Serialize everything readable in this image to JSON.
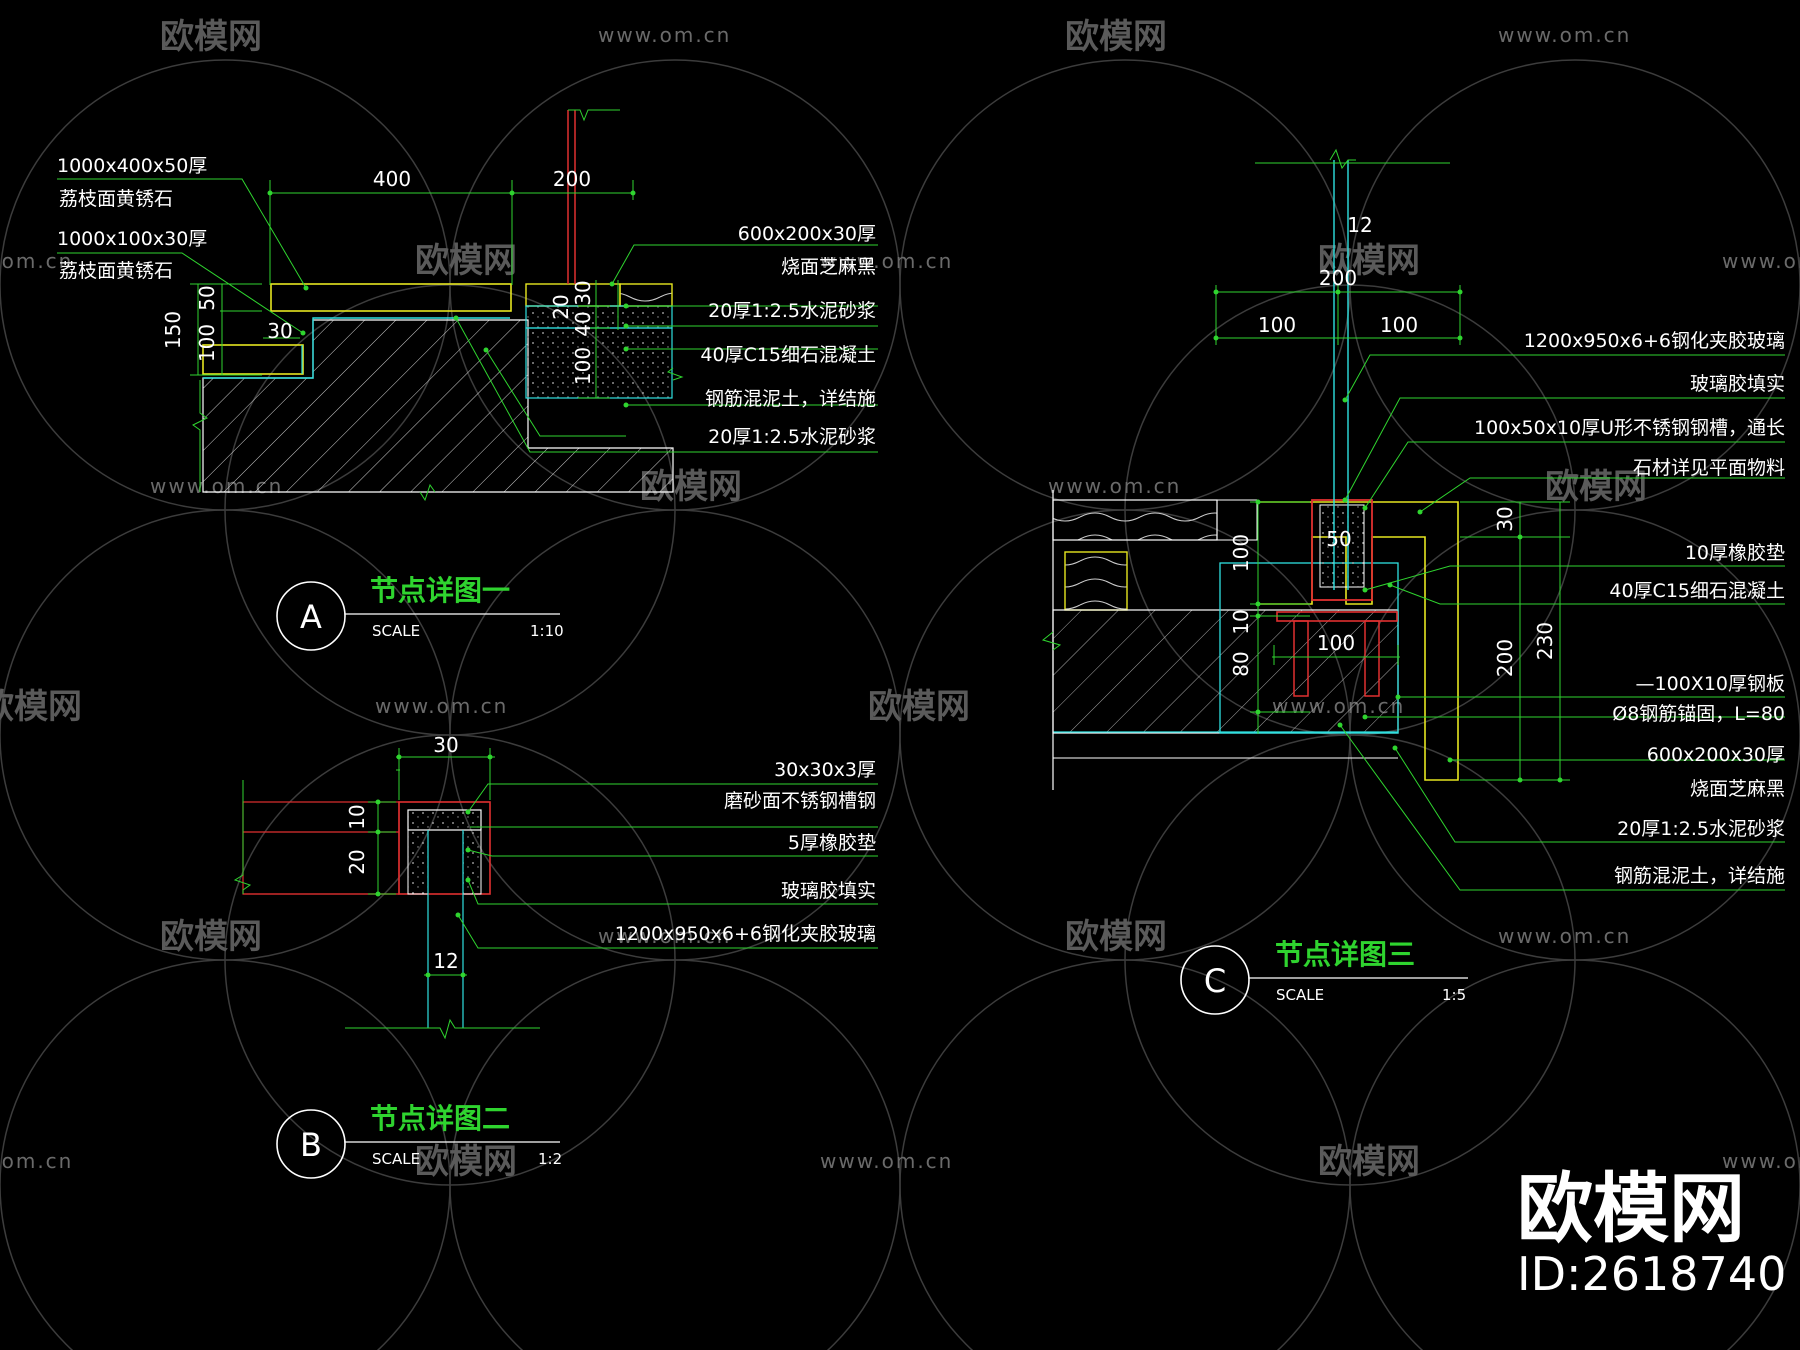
{
  "watermark": {
    "brand": "欧模网",
    "url": "www.om.cn"
  },
  "brand_logo": {
    "name": "欧模网",
    "id": "ID:2618740"
  },
  "detail_a": {
    "letter": "A",
    "title": "节点详图一",
    "scale_label": "SCALE",
    "scale": "1:10",
    "dims": {
      "d400": "400",
      "d200": "200",
      "d150": "150",
      "d50": "50",
      "d100": "100",
      "d30": "30",
      "d20": "20",
      "d30b": "30",
      "d40": "40",
      "d100b": "100"
    },
    "notes": {
      "l1": "1000x400x50厚",
      "l2": "荔枝面黄锈石",
      "l3": "1000x100x30厚",
      "l4": "荔枝面黄锈石",
      "r1": "600x200x30厚",
      "r2": "烧面芝麻黑",
      "r3": "20厚1:2.5水泥砂浆",
      "r4": "40厚C15细石混凝土",
      "r5": "钢筋混泥土，详结施",
      "r6": "20厚1:2.5水泥砂浆"
    }
  },
  "detail_b": {
    "letter": "B",
    "title": "节点详图二",
    "scale_label": "SCALE",
    "scale": "1:2",
    "dims": {
      "d30": "30",
      "d10": "10",
      "d20": "20",
      "d12": "12"
    },
    "notes": {
      "n1": "30x30x3厚",
      "n2": "磨砂面不锈钢槽钢",
      "n3": "5厚橡胶垫",
      "n4": "玻璃胶填实",
      "n5": "1200x950x6+6钢化夹胶玻璃"
    }
  },
  "detail_c": {
    "letter": "C",
    "title": "节点详图三",
    "scale_label": "SCALE",
    "scale": "1:5",
    "dims": {
      "d12": "12",
      "d200": "200",
      "d100a": "100",
      "d100b": "100",
      "d50": "50",
      "d100c": "100",
      "d10": "10",
      "d80": "80",
      "d100d": "100",
      "d30": "30",
      "d200b": "200",
      "d230": "230"
    },
    "notes": {
      "n1": "1200x950x6+6钢化夹胶玻璃",
      "n2": "玻璃胶填实",
      "n3": "100x50x10厚U形不锈钢钢槽，通长",
      "n4": "石材详见平面物料",
      "n5": "10厚橡胶垫",
      "n6": "40厚C15细石混凝土",
      "n7": "—100X10厚钢板",
      "n8": "Ø8钢筋锚固，L=80",
      "n9": "600x200x30厚",
      "n10": "烧面芝麻黑",
      "n11": "20厚1:2.5水泥砂浆",
      "n12": "钢筋混泥土，详结施"
    }
  }
}
